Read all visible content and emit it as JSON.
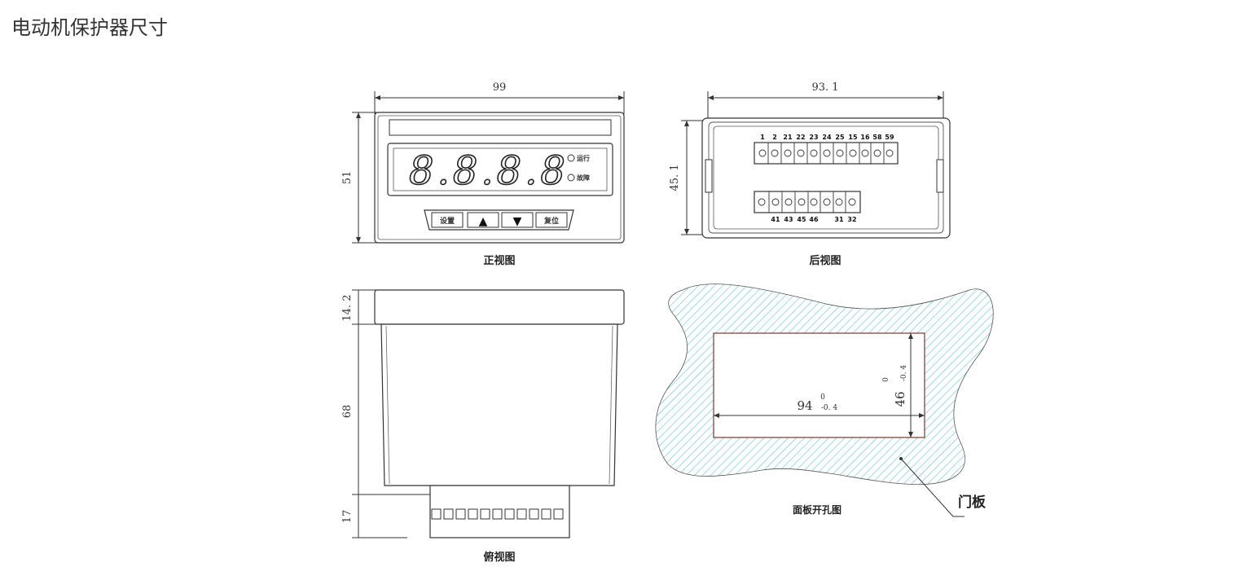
{
  "page": {
    "title": "电动机保护器尺寸"
  },
  "front_view": {
    "caption": "正视图",
    "width": "99",
    "height": "51",
    "display_digits": "8.8.8.8",
    "indicators": [
      "运行",
      "故障"
    ],
    "buttons": [
      "设置",
      "▲",
      "▼",
      "复位"
    ]
  },
  "back_view": {
    "caption": "后视图",
    "width": "93. 1",
    "height": "45. 1",
    "top_terminals": [
      "1",
      "2",
      "21",
      "22",
      "23",
      "24",
      "25",
      "15",
      "16",
      "58",
      "59"
    ],
    "bottom_terminals": [
      "41",
      "43",
      "45",
      "46",
      "31",
      "32"
    ]
  },
  "top_view": {
    "caption": "俯视图",
    "dim_top": "14. 2",
    "dim_middle": "68",
    "dim_bottom": "17"
  },
  "cutout_view": {
    "caption": "面板开孔图",
    "dim_width": "94",
    "dim_height": "46",
    "tol_upper": "0",
    "tol_lower": "-0. 4",
    "door_label": "门板"
  }
}
